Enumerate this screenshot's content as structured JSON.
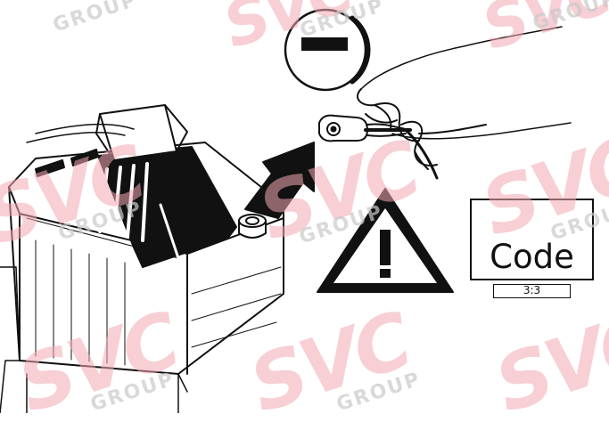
{
  "watermark": {
    "brand": "SVC",
    "group": "GROUP"
  },
  "code_panel": {
    "label": "Code",
    "step": "3:3"
  },
  "icons": {
    "minus_callout": "minus-terminal-icon",
    "warning": "warning-triangle-icon",
    "arrow": "direction-arrow-icon",
    "radio": "radio-display-icon"
  }
}
